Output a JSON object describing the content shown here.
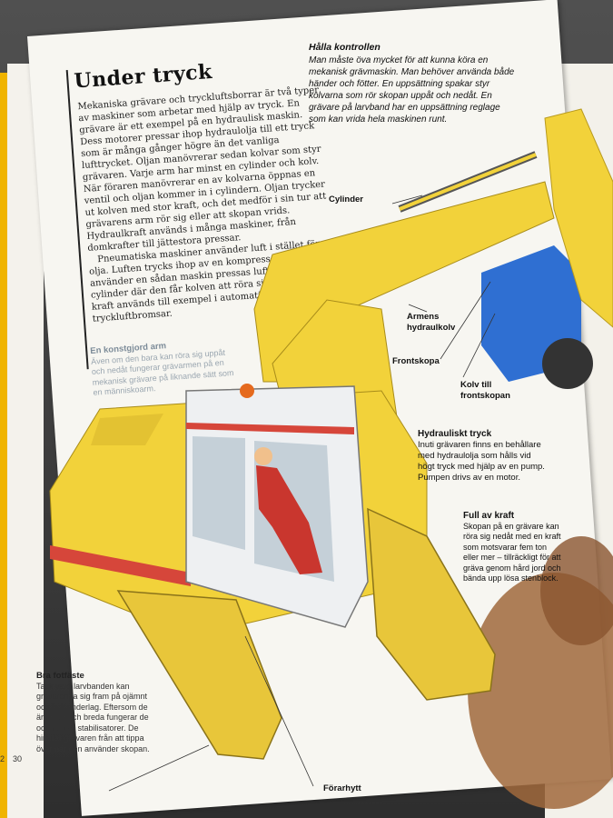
{
  "page": {
    "title": "Under tryck",
    "page_number": "30",
    "prev_page_number": "2",
    "paragraphs": [
      "Mekaniska grävare och tryckluftsborrar är två typer av maskiner som arbetar med hjälp av tryck. En grävare är ett exempel på en hydraulisk maskin. Dess motorer pressar ihop hydraulolja till ett tryck som är många gånger högre än det vanliga lufttrycket. Oljan manövrerar sedan kolvar som styr grävaren. Varje arm har minst en cylinder och kolv. När föraren manövrerar en av kolvarna öppnas en ventil och oljan kommer in i cylindern. Oljan trycker ut kolven med stor kraft, och det medför i sin tur att grävarens arm rör sig eller att skopan vrids. Hydraulkraft används i många maskiner, från domkrafter till jättestora pressar.",
      "Pneumatiska maskiner använder luft i stället för olja. Luften trycks ihop av en kompressor. När man använder en sådan maskin pressas luften in i en cylinder där den får kolven att röra sig. Pneumatisk kraft används till exempel i automatiska dörrar och tryckluftbromsar."
    ]
  },
  "captions": {
    "artificial_arm": {
      "title": "En konstgjord arm",
      "text": "Även om den bara kan röra sig uppåt och nedåt fungerar grävarmen på en mekanisk grävare på liknande sätt som en människoarm."
    },
    "control": {
      "title": "Hålla kontrollen",
      "text": "Man måste öva mycket för att kunna köra en mekanisk grävmaskin. Man behöver använda både händer och fötter. En uppsättning spakar styr kolvarna som rör skopan uppåt och nedåt. En grävare på larvband har en uppsättning reglage som kan vrida hela maskinen runt."
    },
    "hydraulic_pressure": {
      "title": "Hydrauliskt tryck",
      "text": "Inuti grävaren finns en behållare med hydraulolja som hålls vid högt tryck med hjälp av en pump. Pumpen drivs av en motor."
    },
    "full_power": {
      "title": "Full av kraft",
      "text": "Skopan på en grävare kan röra sig nedåt med en kraft som motsvarar fem ton eller mer – tillräckligt för att gräva genom hård jord och bända upp lösa stenblock."
    },
    "footing": {
      "title": "Bra fotfäste",
      "text": "Tack vare larvbanden kan grävaren ta sig fram på ojämnt och halt underlag. Eftersom de är långa och breda fungerar de också som stabilisatorer. De hindrar grävaren från att tippa över när den använder skopan."
    }
  },
  "callouts": {
    "cylinder": "Cylinder",
    "arm_piston": "Armens hydraulkolv",
    "front_bucket": "Frontskopa",
    "bucket_piston": "Kolv till frontskopan",
    "cab": "Förarhytt"
  },
  "colors": {
    "machine_yellow": "#f2d23a",
    "track_yellow": "#e8c63a",
    "stripe_red": "#d6463a",
    "cab_white": "#eef0f2",
    "driver_red": "#c9362e",
    "beacon_orange": "#e56a1e",
    "blue_machine": "#2f6fd2",
    "soil_brown": "#a0683c"
  }
}
